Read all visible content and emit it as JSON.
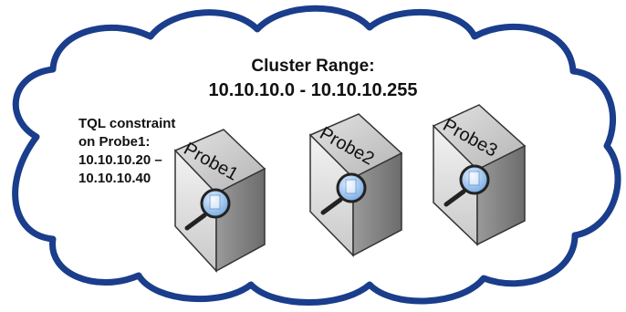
{
  "diagram": {
    "title_line1": "Cluster Range:",
    "title_line2": "10.10.10.0 - 10.10.10.255",
    "constraint": {
      "line1": "TQL constraint",
      "line2": "on Probe1:",
      "line3": "10.10.10.20 –",
      "line4": "10.10.10.40"
    },
    "probes": [
      {
        "label": "Probe1"
      },
      {
        "label": "Probe2"
      },
      {
        "label": "Probe3"
      }
    ],
    "colors": {
      "cloud_outline": "#1a3d8c",
      "box_front": "#d8d8d8",
      "box_side": "#8a8a8a",
      "lens": "#7fb2e8"
    },
    "icons": [
      "cloud-shape",
      "server-box",
      "magnifier-icon"
    ]
  }
}
